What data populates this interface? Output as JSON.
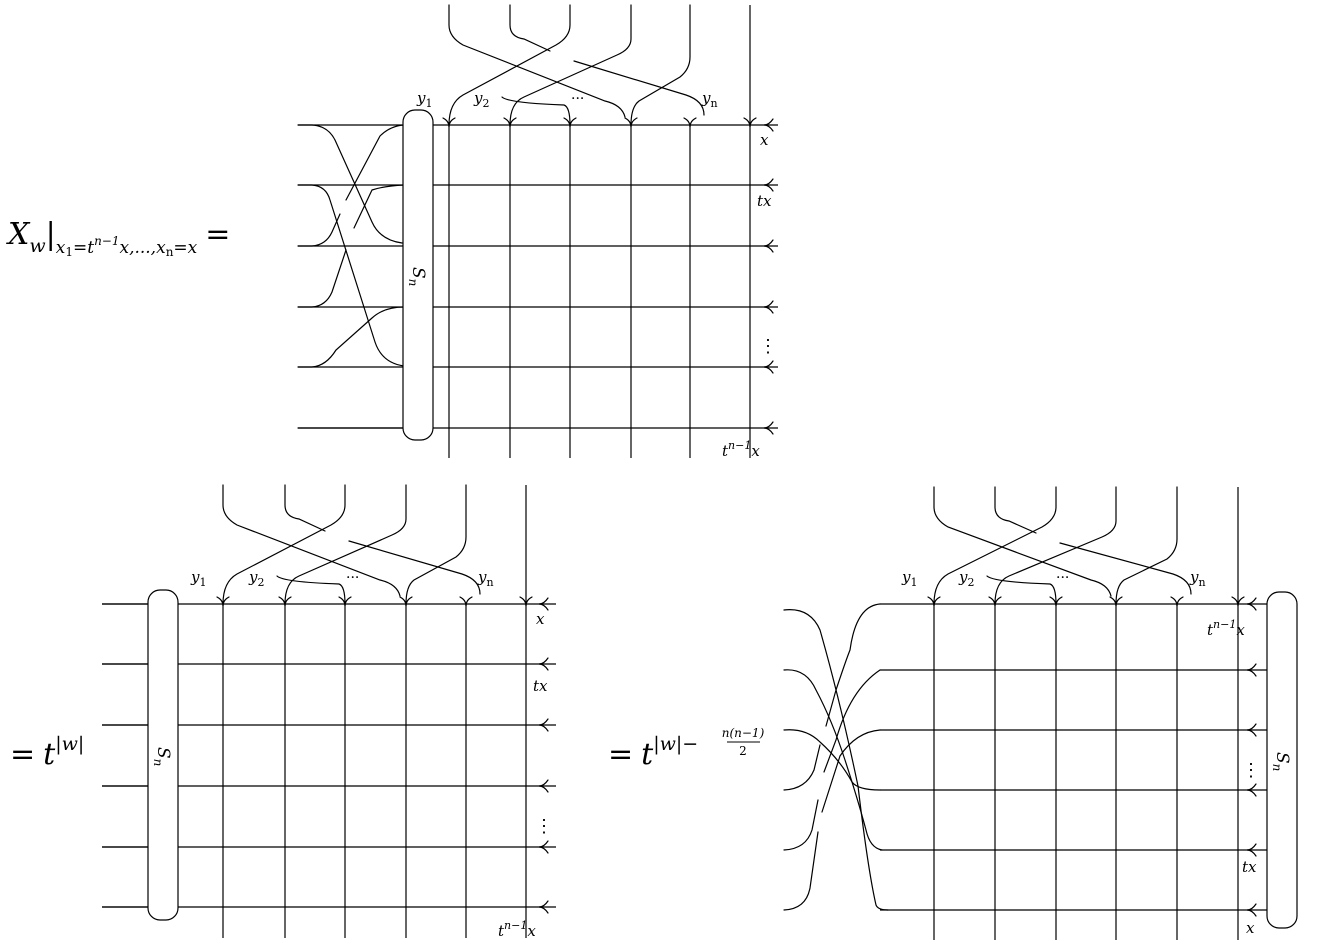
{
  "colors": {
    "stroke": "#000000",
    "background": "#ffffff"
  },
  "equations": {
    "lhs": {
      "base": "X",
      "base_sub": "w",
      "bar": "|",
      "eval_sub": "x",
      "eval_sub2": "1",
      "eval_eq": "=",
      "eval_t": "t",
      "eval_exp": "n−1",
      "eval_rest": "x,...,x",
      "eval_sub3": "n",
      "eval_end": "=x",
      "eq": "="
    },
    "mid": {
      "eq": "=",
      "t": "t",
      "exp": "|w|"
    },
    "right": {
      "eq": "=",
      "t": "t",
      "exp_pre": "|w|−",
      "frac_num": "n(n−1)",
      "frac_den": "2"
    }
  },
  "diagrams": [
    {
      "id": "top",
      "column_labels": [
        "y",
        "y",
        "···",
        "y"
      ],
      "column_label_subs": [
        "1",
        "2",
        "",
        "n"
      ],
      "row_labels": [
        "x",
        "tx",
        "",
        "",
        "",
        "t"
      ],
      "row_label_last_exp": "n−1",
      "row_label_last_tail": "x",
      "dots": "⋮",
      "box_label": "S",
      "box_label_sub": "n"
    },
    {
      "id": "bottom-left",
      "column_labels": [
        "y",
        "y",
        "···",
        "y"
      ],
      "column_label_subs": [
        "1",
        "2",
        "",
        "n"
      ],
      "row_labels": [
        "x",
        "tx",
        "",
        "",
        "",
        "t"
      ],
      "row_label_last_exp": "n−1",
      "row_label_last_tail": "x",
      "dots": "⋮",
      "box_label": "S",
      "box_label_sub": "n"
    },
    {
      "id": "bottom-right",
      "column_labels": [
        "y",
        "y",
        "···",
        "y"
      ],
      "column_label_subs": [
        "1",
        "2",
        "",
        "n"
      ],
      "row_labels": [
        "t",
        "",
        "",
        "",
        "tx",
        "x"
      ],
      "row_label_first_exp": "n−1",
      "row_label_first_tail": "x",
      "dots": "⋮",
      "box_label": "S",
      "box_label_sub": "n"
    }
  ]
}
